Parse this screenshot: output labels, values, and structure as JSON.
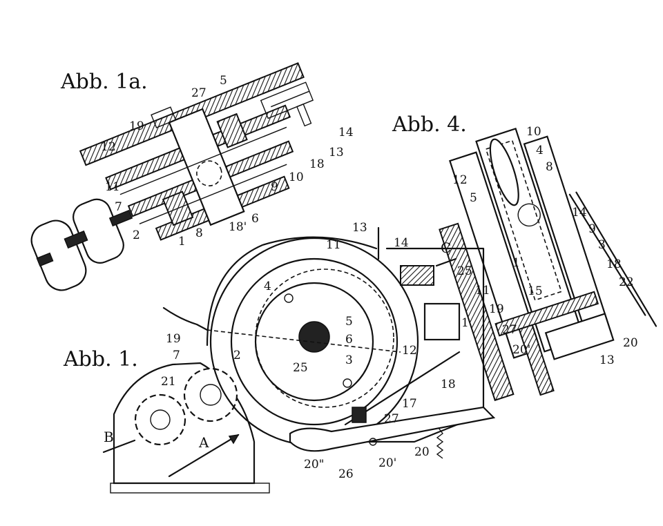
{
  "figures": {
    "fig1a_title": "Abb. 1a.",
    "fig4_title": "Abb. 4.",
    "fig1_title": "Abb. 1."
  },
  "labels_fig1a": [
    "27",
    "5",
    "19",
    "14",
    "12",
    "18",
    "13",
    "11",
    "10",
    "9",
    "7",
    "2",
    "1",
    "8",
    "18'",
    "6"
  ],
  "labels_fig4": [
    "10",
    "4",
    "8",
    "12",
    "5",
    "14",
    "9",
    "3",
    "25",
    "1",
    "18",
    "11",
    "15",
    "22",
    "19",
    "27",
    "20'",
    "13",
    "20"
  ],
  "labels_fig1": [
    "11",
    "13",
    "14",
    "C",
    "4",
    "5",
    "1",
    "19",
    "6",
    "2",
    "12",
    "25",
    "3",
    "7",
    "21",
    "18",
    "17",
    "27",
    "B",
    "A",
    "20\"",
    "26",
    "20'",
    "20"
  ]
}
